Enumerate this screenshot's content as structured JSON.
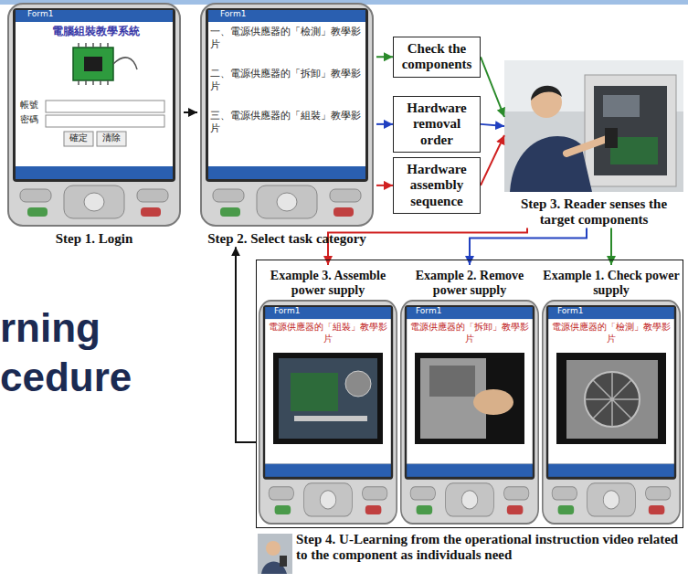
{
  "diagram": {
    "nodes": [
      {
        "text": [
          "Step 1. Login"
        ]
      },
      {
        "text": [
          "Step 2. Select task category"
        ]
      },
      {
        "text": [
          "Check the components"
        ]
      },
      {
        "text": [
          "Hardware removal order"
        ]
      },
      {
        "text": [
          "Hardware assembly sequence"
        ]
      },
      {
        "text": [
          "Step 3. Reader senses the target components"
        ]
      },
      {
        "text": [
          "Step 4. U-Learning from the operational instruction video related to the component as individuals need"
        ]
      },
      {
        "text": [
          "Example 3. Assemble power supply"
        ],
        "in": 6
      },
      {
        "text": [
          "Example 2. Remove power supply"
        ],
        "in": 6
      },
      {
        "text": [
          "Example 1. Check power supply"
        ],
        "in": 6
      }
    ],
    "edges": [
      {
        "from": 0,
        "to": 1,
        "arrow": "to"
      },
      {
        "from": 1,
        "to": 2,
        "arrow": "to"
      },
      {
        "from": 1,
        "to": 3,
        "arrow": "to"
      },
      {
        "from": 1,
        "to": 4,
        "arrow": "to"
      },
      {
        "from": 2,
        "to": 5,
        "arrow": "to"
      },
      {
        "from": 3,
        "to": 5,
        "arrow": "to"
      },
      {
        "from": 4,
        "to": 5,
        "arrow": "to"
      },
      {
        "from": 5,
        "to": 7,
        "arrow": "to"
      },
      {
        "from": 5,
        "to": 8,
        "arrow": "to"
      },
      {
        "from": 5,
        "to": 9,
        "arrow": "to"
      },
      {
        "from": 6,
        "to": 1,
        "arrow": "to"
      }
    ],
    "labels": [
      "rning",
      "cedure",
      "Form1",
      "電腦組裝教學系統",
      "帳號",
      "密碼",
      "確定",
      "清除",
      "Form1",
      "一、電源供應器的「檢測」教學影片",
      "二、電源供應器的「拆卸」教學影片",
      "三、電源供應器的「組裝」教學影片",
      "Form1",
      "電源供應器的「組裝」教學影片",
      "Form1",
      "電源供應器的「拆卸」教學影片",
      "Form1",
      "電源供應器的「檢測」教學影片"
    ]
  }
}
